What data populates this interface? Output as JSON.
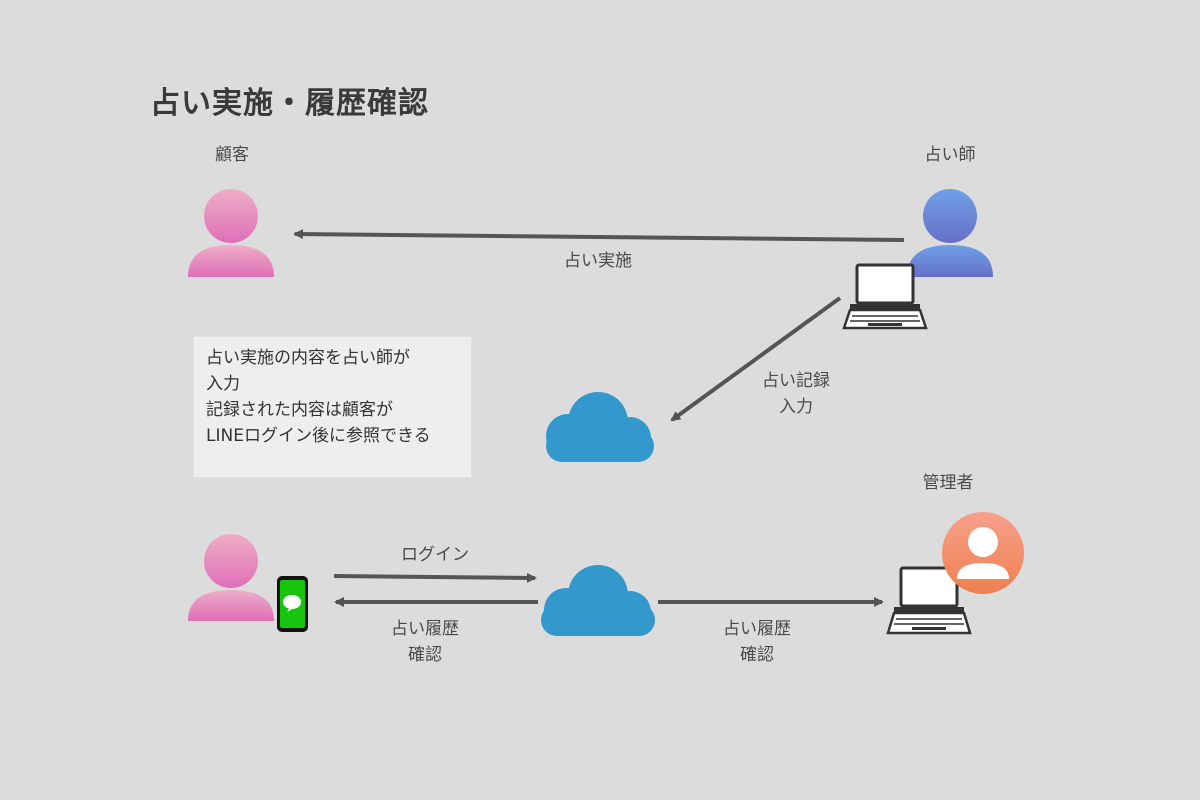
{
  "title": "占い実施・履歴確認",
  "actors": {
    "customer": "顧客",
    "fortune_teller": "占い師",
    "admin": "管理者"
  },
  "edges": {
    "perform": "占い実施",
    "record_line1": "占い記録",
    "record_line2": "入力",
    "login": "ログイン",
    "history_left_line1": "占い履歴",
    "history_left_line2": "確認",
    "history_right_line1": "占い履歴",
    "history_right_line2": "確認"
  },
  "note": {
    "lines": [
      "占い実施の内容を占い師が",
      "入力",
      "記録された内容は顧客が",
      "LINEログイン後に参照できる"
    ]
  },
  "colors": {
    "background": "#dcdcdc",
    "customer_pink": "#e27dbb",
    "teller_blue": "#6a82d6",
    "admin_orange": "#f0845f",
    "cloud_blue": "#3399cc",
    "line_green": "#00c300",
    "arrow": "#555555"
  },
  "icons": [
    "person-icon",
    "laptop-icon",
    "cloud-icon",
    "smartphone-icon",
    "line-chat-icon",
    "admin-avatar-icon"
  ]
}
